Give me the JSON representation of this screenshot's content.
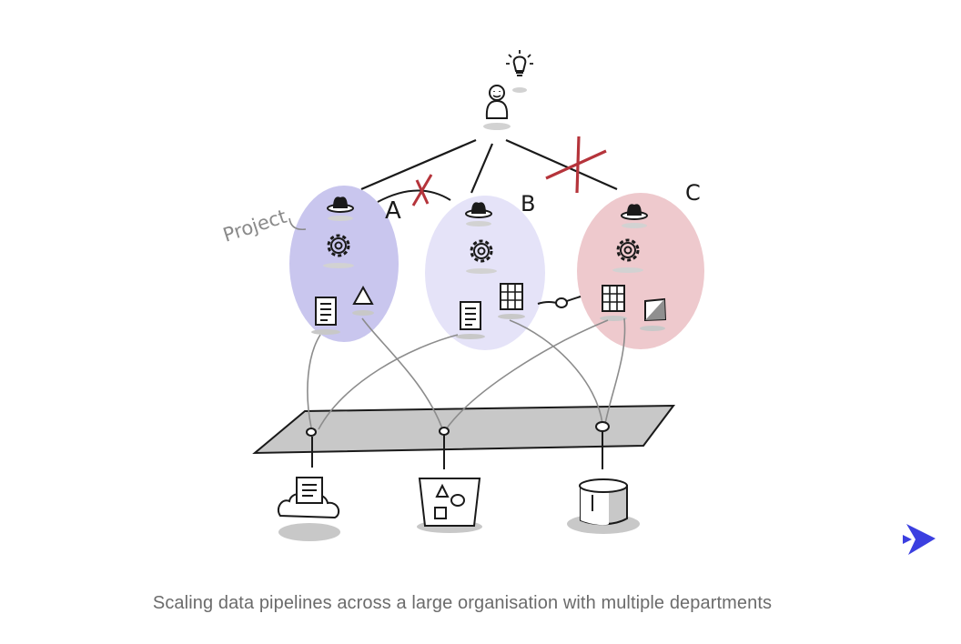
{
  "diagram": {
    "annotation_label": "Project",
    "projects": [
      {
        "label": "A",
        "color": "#c9c6ee",
        "blocked": true
      },
      {
        "label": "B",
        "color": "#e5e3f8",
        "blocked": false
      },
      {
        "label": "C",
        "color": "#eec9cd",
        "blocked": true
      }
    ],
    "colors": {
      "shared_layer": "#c8c8c8",
      "shadow": "#d2d2d2",
      "cross_mark": "#b5343b",
      "ink": "#1a1a1a",
      "link_line": "#8c8c8c"
    }
  },
  "caption": "Scaling data pipelines across a large organisation with multiple departments",
  "brand": {
    "icon": "brand-arrow-icon",
    "color": "#3b3fe0"
  }
}
